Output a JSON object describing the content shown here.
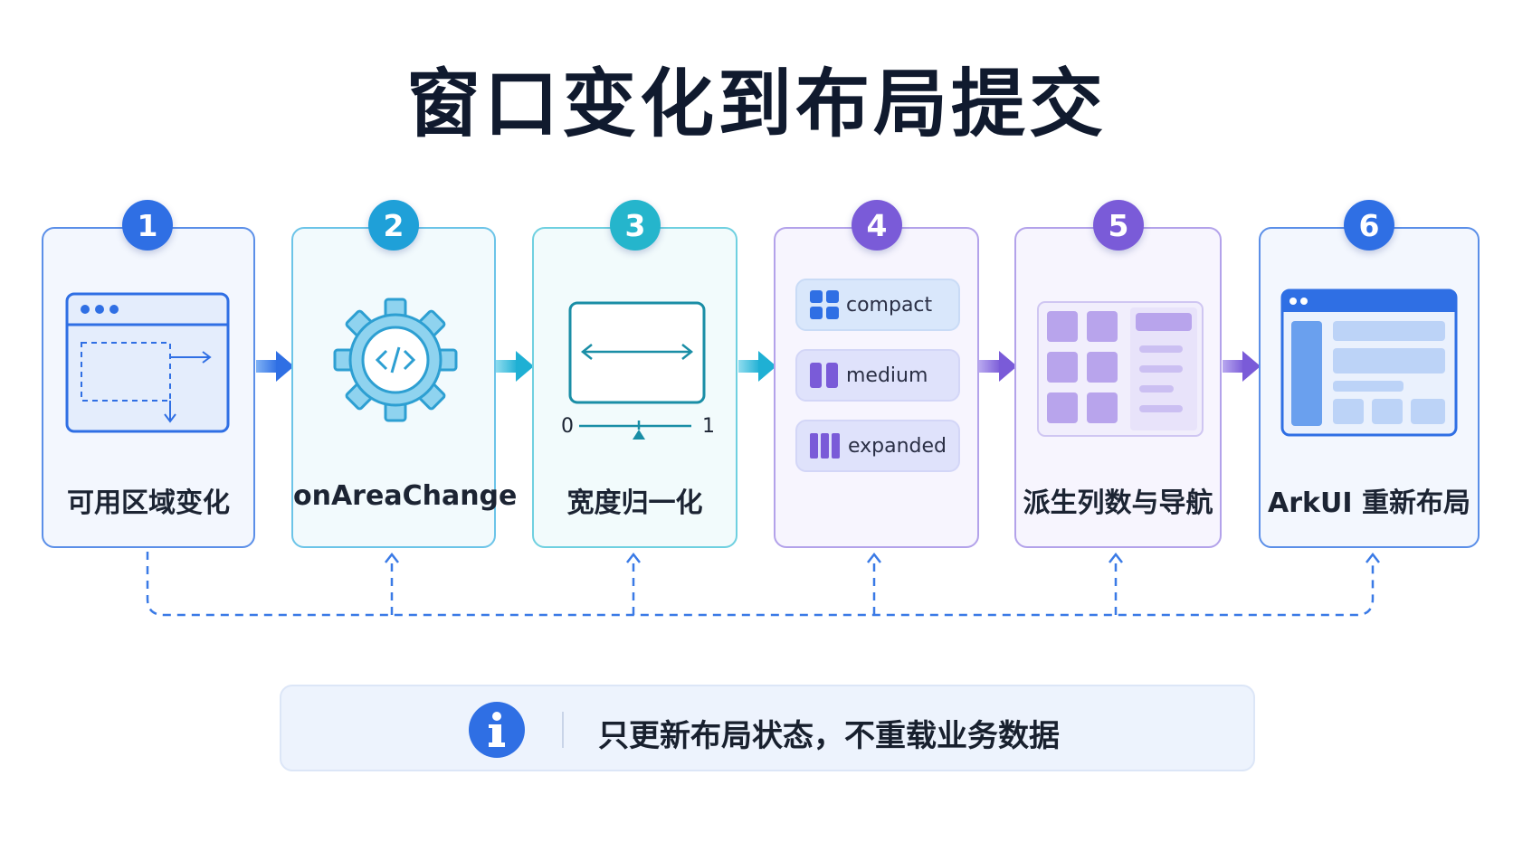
{
  "title": "窗口变化到布局提交",
  "steps": [
    {
      "number": "1",
      "label": "可用区域变化",
      "color": "#2f6fe4"
    },
    {
      "number": "2",
      "label": "onAreaChange",
      "color": "#1fa0d8"
    },
    {
      "number": "3",
      "label": "宽度归一化",
      "color": "#25b5cc"
    },
    {
      "number": "4",
      "label": "",
      "color": "#7a5bd8"
    },
    {
      "number": "5",
      "label": "派生列数与导航",
      "color": "#7a5bd8"
    },
    {
      "number": "6",
      "label": "ArkUI 重新布局",
      "color": "#2f6fe4"
    }
  ],
  "normalize": {
    "min_label": "0",
    "max_label": "1"
  },
  "breakpoints": [
    {
      "label": "compact",
      "icon": "grid-four-squares-icon"
    },
    {
      "label": "medium",
      "icon": "two-columns-icon"
    },
    {
      "label": "expanded",
      "icon": "three-columns-icon"
    }
  ],
  "info": {
    "icon": "info-icon",
    "text": "只更新布局状态，不重载业务数据"
  }
}
